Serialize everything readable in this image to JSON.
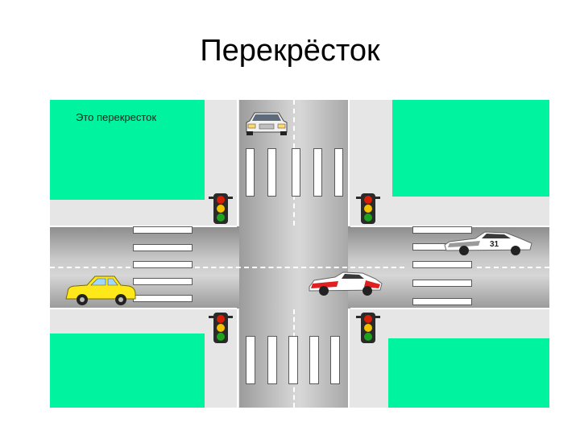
{
  "title": "Перекрёсток",
  "scene": {
    "corner_label": "Это перекресток",
    "colors": {
      "block": "#00f39f",
      "road": "#b8b8b8",
      "sidewalk": "#e6e6e6",
      "crosswalk": "#ffffff",
      "light_red": "#d81e05",
      "light_yellow": "#f2c200",
      "light_green": "#1fa31f"
    },
    "traffic_lights": 4,
    "cars": [
      {
        "icon": "white-car-top-view-icon",
        "color": "#f2f2f2"
      },
      {
        "icon": "yellow-car-icon",
        "color": "#ffe81a"
      },
      {
        "icon": "race-car-icon",
        "color": "#ffffff",
        "number": "31"
      },
      {
        "icon": "race-car-icon",
        "color": "#ffffff"
      }
    ]
  }
}
